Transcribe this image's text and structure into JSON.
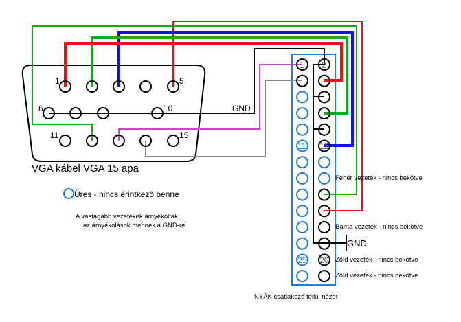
{
  "colors": {
    "red": "#ee1111",
    "green": "#11aa11",
    "blue": "#1111dd",
    "black": "#000000",
    "magenta": "#cc44cc",
    "gray": "#888888",
    "empty_pin": "#1e7fd8"
  },
  "vga": {
    "title": "VGA kábel VGA 15 apa",
    "pin_labels": {
      "p1": "1",
      "p5": "5",
      "p6": "6",
      "p10": "10",
      "p11": "11",
      "p15": "15"
    },
    "gnd_label": "GND"
  },
  "legend": {
    "empty_pin_text": "Üres - nincs érintkező benne"
  },
  "note": {
    "line1": "A vastagabb vezetékek árnyékoltak",
    "line2": "az árnyékolások mennek a GND-re"
  },
  "pcb": {
    "title": "NYÁK csatlakozó fellül nézet",
    "pin_labels": {
      "p1": "1",
      "p2": "2",
      "p11": "11",
      "p12": "12",
      "p25": "25",
      "p26": "26"
    },
    "gnd_label": "GND",
    "annotations": {
      "row8": "Fehér vezeték - nincs bekötve",
      "row11": "Barna vezeték - nincs bekötve",
      "row13": "Zöld vezeték - nincs bekötve",
      "row14": "Zöld vezeték - nincs bekötve"
    }
  }
}
